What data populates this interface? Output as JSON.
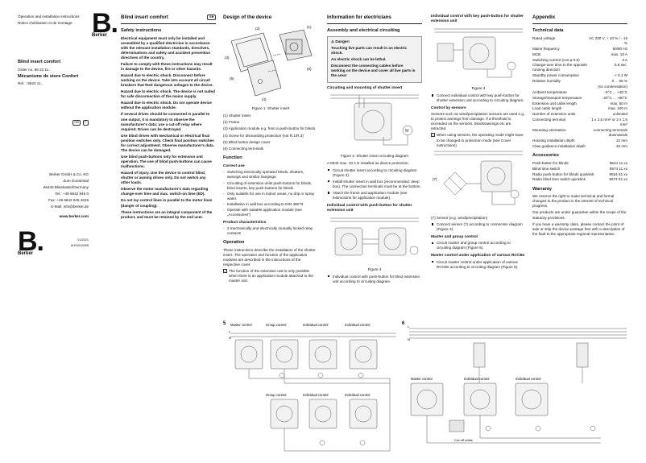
{
  "col1": {
    "header_lines": [
      "Operation and installation instructions",
      "Notice d'utilisation et de montage"
    ],
    "product_title": "Blind insert comfort",
    "order_no": "Order no. 85 22 11..",
    "product_title_fr": "Mécanisme de store Confort",
    "ref": "Ref. : 8522 11..",
    "lang_badges": [
      "GB",
      "F"
    ],
    "address": [
      "Berker GmbH & Co. KG",
      "Zum Gunterstal",
      "66440 Blieskastel/Germany",
      "Tel.: +49 6842 945 0",
      "Fax: +49 6842 945 4625",
      "E-Mail: info@berker.de"
    ],
    "website": "www.berker.com",
    "doc_code": [
      "01/2021",
      "6LE001294B"
    ],
    "logo_letter": "B.",
    "logo_word": "Berker"
  },
  "col2": {
    "title": "Blind insert comfort",
    "title_badge": "GB",
    "safety_heading": "Safety instructions",
    "safety_paragraphs": [
      "Electrical equipment must only be installed and assembled by a qualified electrician in accordance with the relevant installation standards, directives, determinations and safety and accident prevention directives of the country.",
      "Failure to comply with these instructions may result in damage to the device, fire or other hazards.",
      "Hazard due to electric shock. Disconnect before working on the device. Take into account all circuit breakers that feed dangerous voltages to the device.",
      "Hazard due to electric shock. The device is not suited for safe disconnection of the mains supply.",
      "Hazard due to electric shock. Do not operate device without the application module.",
      "If several drives should be connected in parallel to one output, it is mandatory to observe the manufacturer's data; use a cut-off relay where required. Drives can be destroyed.",
      "Use blind drives with mechanical or electrical final position switches only. Check final position switches for correct adjustment. Observe manufacturer's data. The device can be damaged.",
      "Use blind push-buttons only for extension unit operation. The use of blind push-buttons can cause malfunctions.",
      "Hazard of injury. Use the device to control blind, shutter or awning drives only. Do not switch any other loads.",
      "Observe the motor manufacturer's data regarding change-over time and max. switch-on time (ED).",
      "Do not lay control lines in parallel to the motor lines (danger of coupling).",
      "These instructions are an integral component of the product, and must be retained by the end user."
    ]
  },
  "col3": {
    "design_heading": "Design of the device",
    "figure_caption": "Figure 1: Shutter insert",
    "figure_callouts": [
      "(1)",
      "(2)",
      "(3)",
      "(4)",
      "(5)",
      "(6)"
    ],
    "legend": [
      "(1) Shutter insert",
      "(2) Frame",
      "(3) Application module e.g. from a push-button for blinds",
      "(4) Screw for dismantling protection (not R.1/R.3)",
      "(5) Blind button design cover",
      "(6) Connecting terminals"
    ],
    "function_heading": "Function",
    "correct_use_heading": "Correct use",
    "correct_use_items": [
      "Switching electrically operated blinds, shutters, awnings and similar hangings.",
      "Circuiting of extension units push-buttons for blinds, blind inserts, key push-buttons for blinds",
      "Only suitable for use in indoor areas, no drip or spray water.",
      "Installation in wall box according to DIN 49073.",
      "Operate with suitable application module (see „Accessories“)"
    ],
    "product_char_heading": "Product characteristics",
    "product_char_items": [
      "2 mechanically and electrically mutually locked relay contacts"
    ],
    "operation_heading": "Operation",
    "operation_text": "These instructions describe the installation of the shutter insert. The operation and function of the application modules are described in the instructions of the respective cover.",
    "operation_note": "The function of the extension unit is only possible when there is an application module attached to the master unit."
  },
  "col4": {
    "heading": "Information for electricians",
    "assembly_heading": "Assembly and electrical circuiting",
    "danger_title": "Danger!",
    "danger_lines": [
      "Touching live parts can result in an electric shock.",
      "An electric shock can be lethal.",
      "Disconnect the connecting cables before working on the device and cover all live parts in the area!"
    ],
    "circuit_heading": "Circuiting and mounting of shutter insert",
    "figure2_caption": "Figure 2: Shutter insert circuiting diagram",
    "mcb_text": "A MCB max. 10 A is installed as device protection.",
    "steps": [
      "Circuit shutter insert according to circuiting diagram (Figure 2).",
      "Install shutter insert in wall box (recommended: deep box). The connection terminals must be at the bottom.",
      "Attach the frame and application module (see instructions for application module)."
    ],
    "ext_heading": "Individual control with push-button for shutter extension unit",
    "figure3_caption": "Figure 3",
    "ext_step": "Individual control with push-button for blind extension unit according to circuiting diagram."
  },
  "col5": {
    "key_heading": "Individual control with key push-button for shutter extension unit",
    "figure4_caption": "Figure 4",
    "key_step": "Connect individual control with key push-button for shutter extension unit according to circuiting diagram.",
    "sensors_heading": "Control by sensors",
    "sensors_text": "Sensors such as wind/precipitation sensors are used e.g. to protect awnings from damage. If a threshold is exceeded on the sensors, blinds/awnings etc are retracted.",
    "sensors_note": "When using sensors, the operating mode might have to be changed to protection mode (see Cover instructions).",
    "sensor_callout": "(7)",
    "sensor_legend": "(7) Sensor (e.g. wind/precipitation)",
    "sensor_step": "Connect sensor (7) according to connection diagram (Figure X).",
    "master_heading": "Master and group control",
    "master_step": "Circuit master and group control according to circuiting diagram (Figure 5).",
    "rccb_heading": "Master control under application of various RCCBs",
    "rccb_step": "Circuit master control under application of various RCCBs according to circuiting diagram (Figure 6)."
  },
  "col6": {
    "appendix_heading": "Appendix",
    "tech_heading": "Technical data",
    "tech_rows": [
      [
        "Rated voltage",
        "AC 230 V, + 10 % / - 15 %"
      ],
      [
        "Mains frequency",
        "50/60 Hz"
      ],
      [
        "MCB",
        "max. 10 A"
      ],
      [
        "Switching current (cos φ 0.6)",
        "3 A"
      ],
      [
        "Change-over time to the opposite running direction",
        "0.6 sec."
      ],
      [
        "Standby power consumption",
        "< 0.1 W"
      ],
      [
        "Relative humidity",
        "0 ... 65 %"
      ],
      [
        "",
        "(no condensation)"
      ],
      [
        "Ambient temperature",
        "-5°C ... +45°C"
      ],
      [
        "Storage/transport temperature",
        "-20°C ... +60°C"
      ],
      [
        "Extension unit cable length",
        "max. 50 m"
      ],
      [
        "Load cable length",
        "max. 100 m"
      ],
      [
        "Number of extension units",
        "unlimited"
      ],
      [
        "Connecting terminal",
        "1 x 2.5 mm² or 2 x 1.5 mm²"
      ],
      [
        "Mounting orientation",
        "connecting terminals downwards"
      ],
      [
        "Housing installation depth",
        "22 mm"
      ],
      [
        "Claw guidance installation depth",
        "32 mm"
      ]
    ],
    "accessories_heading": "Accessories",
    "accessories_rows": [
      [
        "Push-button for blinds",
        "8524 11 xx"
      ],
      [
        "Blind time switch",
        "8574 11 xx"
      ],
      [
        "Radio push-button for blinds quicklink",
        "8524 51 xx"
      ],
      [
        "Radio blind time switch quicklink",
        "8574 51 xx"
      ]
    ],
    "warranty_heading": "Warranty",
    "warranty_paragraphs": [
      "We reserve the right to make technical and formal changes to the product in the interest of technical progress.",
      "Our products are under guarantee within the scope of the statutory provisions.",
      "If you have a warranty claim, please contact the point of sale or ship the device postage free with a description of the fault to the appropriate regional representative."
    ]
  },
  "fig5": {
    "number": "5",
    "labels_top": [
      "Master control",
      "Group control",
      "Individual control",
      "Individual control"
    ],
    "labels_bottom": [
      "Group control",
      "Individual control",
      "Individual control"
    ],
    "mains_labels": [
      "L",
      "N"
    ]
  },
  "fig6": {
    "number": "6",
    "labels": [
      "Master control",
      "Individual control",
      "Individual control"
    ],
    "cutoff_label": "Cut-off relais",
    "mains_labels": [
      "L",
      "N"
    ]
  },
  "colors": {
    "ink": "#111111",
    "wire": "#555555",
    "box": "#dddddd"
  }
}
